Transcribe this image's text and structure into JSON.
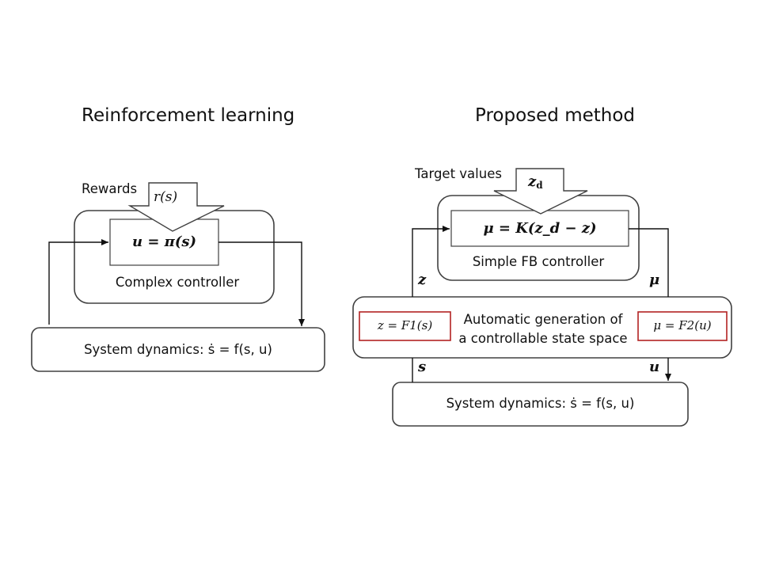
{
  "left_panel": {
    "title": "Reinforcement learning",
    "rewards_label": "Rewards",
    "reward_expr": "r(s)",
    "policy_expr": "u = π(s)",
    "controller_label": "Complex controller",
    "system_label": "System dynamics: ṡ = f(s, u)"
  },
  "right_panel": {
    "title": "Proposed method",
    "target_label": "Target values",
    "target_expr": "z",
    "target_sub": "d",
    "fb_expr": "μ = K(z_d − z)",
    "fb_label": "Simple FB controller",
    "signal_z": "z",
    "signal_mu": "μ",
    "mapping_z": "z = F1(s)",
    "mapping_mu": "μ = F2(u)",
    "generation_line1": "Automatic generation of",
    "generation_line2": "a controllable state space",
    "signal_s": "s",
    "signal_u": "u",
    "system_label": "System dynamics: ṡ = f(s, u)"
  },
  "colors": {
    "line": "#404040",
    "mapping_border": "#b22222",
    "text": "#111111"
  }
}
